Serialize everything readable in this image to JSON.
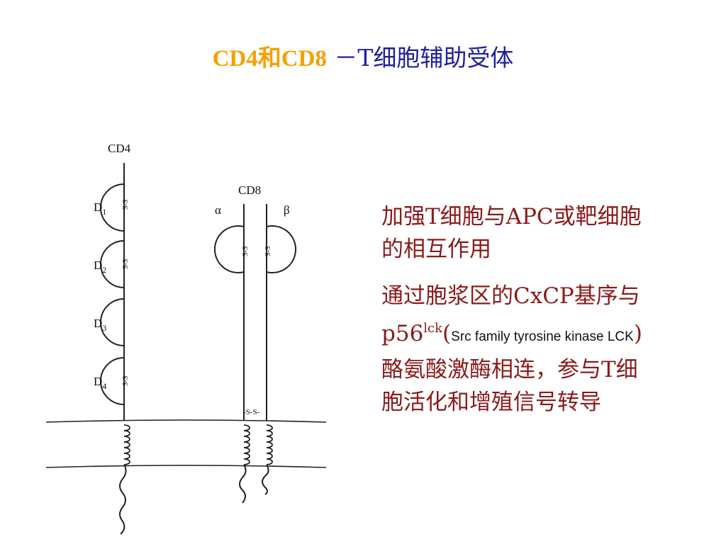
{
  "slide": {
    "title_part1": "CD4和CD8",
    "title_part2": " －T细胞辅助受体"
  },
  "diagram": {
    "cd4_label": "CD4",
    "cd8_label": "CD8",
    "alpha_label": "α",
    "beta_label": "β",
    "domains": [
      "D1",
      "D2",
      "D3",
      "D4"
    ],
    "disulfide_label": "S-S"
  },
  "text": {
    "para1_line1": "加强T细胞与APC或靶细胞",
    "para1_line2": "的相互作用",
    "para2_line1": "通过胞浆区的CxCP基序与",
    "para2_p56": "p56",
    "para2_sup": "lck",
    "para2_paren_open": "(",
    "para2_small": "Src family tyrosine kinase LCK",
    "para2_paren_close": ")",
    "para2_line3": "酪氨酸激酶相连，参与T细",
    "para2_line4": "胞活化和增殖信号转导"
  }
}
